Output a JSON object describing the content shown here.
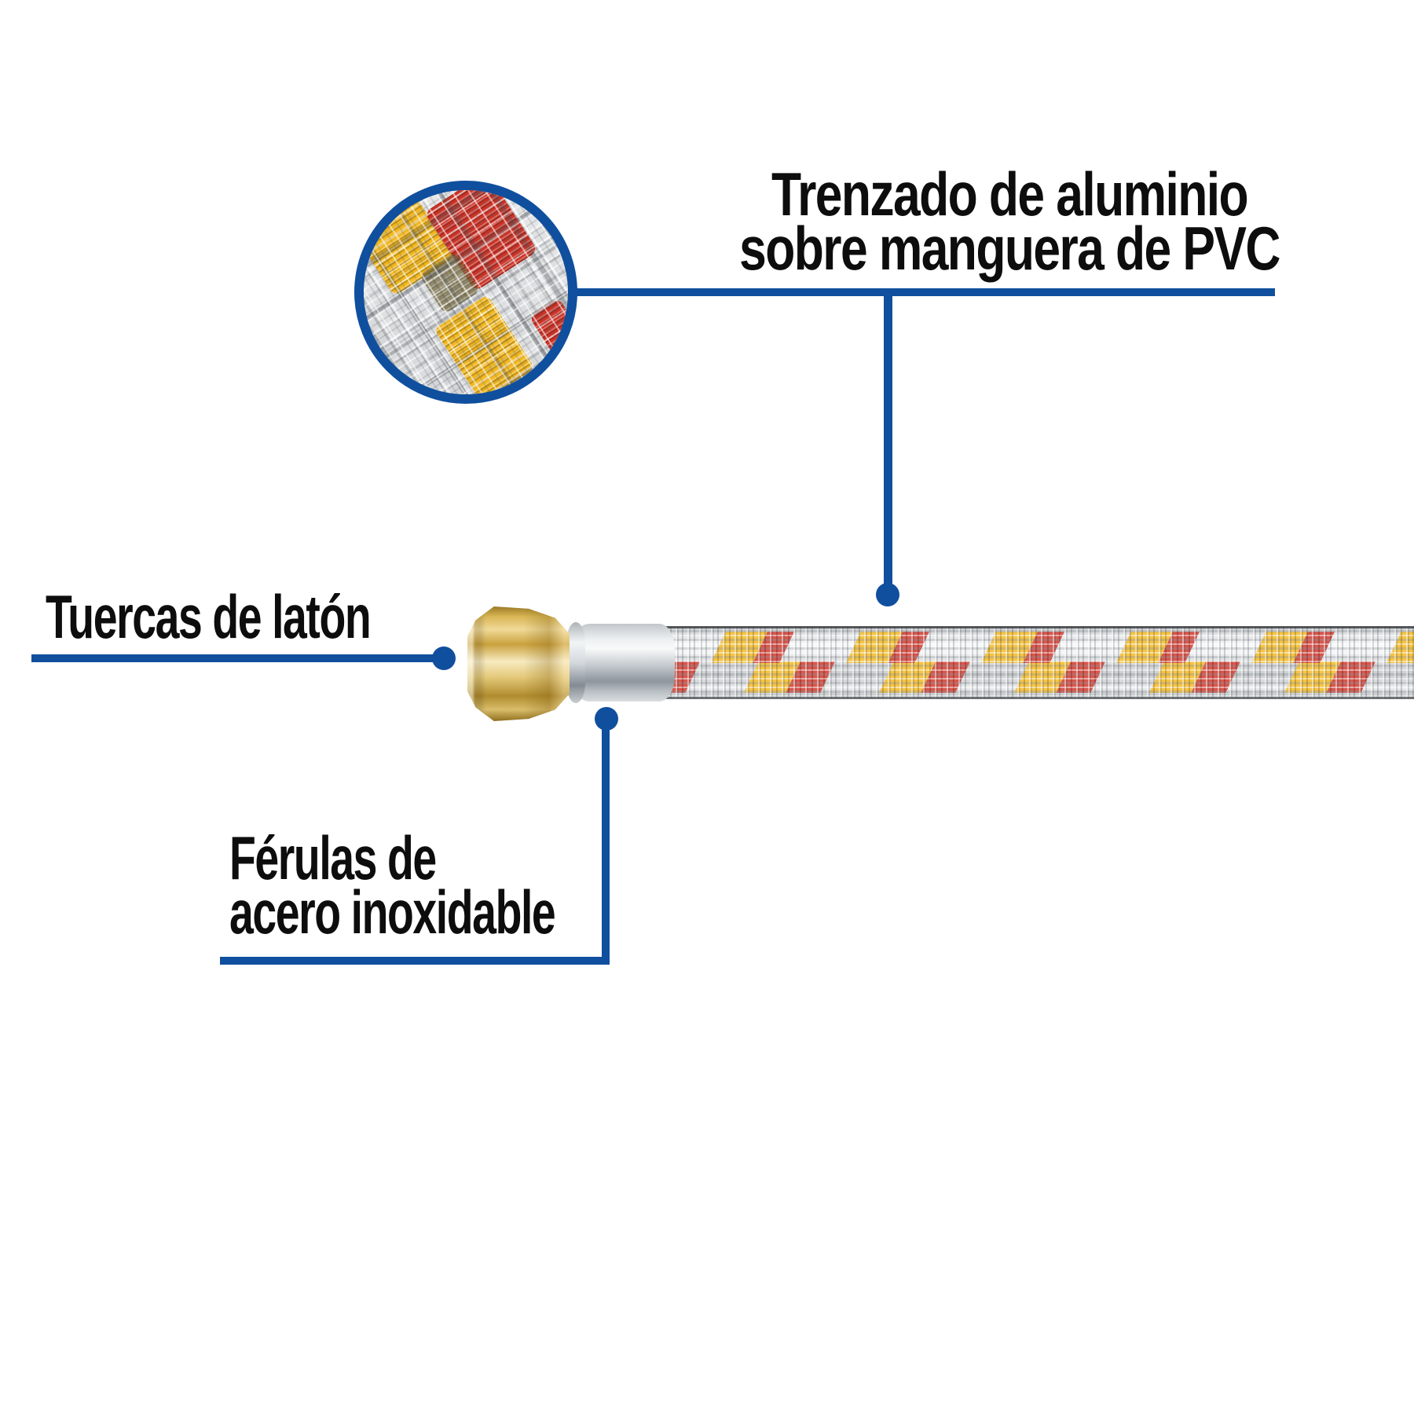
{
  "colors": {
    "page_white": "#ffffff",
    "callout_blue": "#0f4f9e",
    "label_black": "#0d0d0d",
    "braid_yellow": "#f3b71c",
    "braid_red": "#ce3226",
    "brass_gold": "#d9b756",
    "steel_silver": "#c9ced2"
  },
  "callouts": {
    "braid": {
      "line1": "Trenzado de aluminio",
      "line2": "sobre manguera de PVC"
    },
    "nuts": {
      "label": "Tuercas de latón"
    },
    "ferrules": {
      "line1": "Férulas de",
      "line2": "acero inoxidable"
    }
  }
}
